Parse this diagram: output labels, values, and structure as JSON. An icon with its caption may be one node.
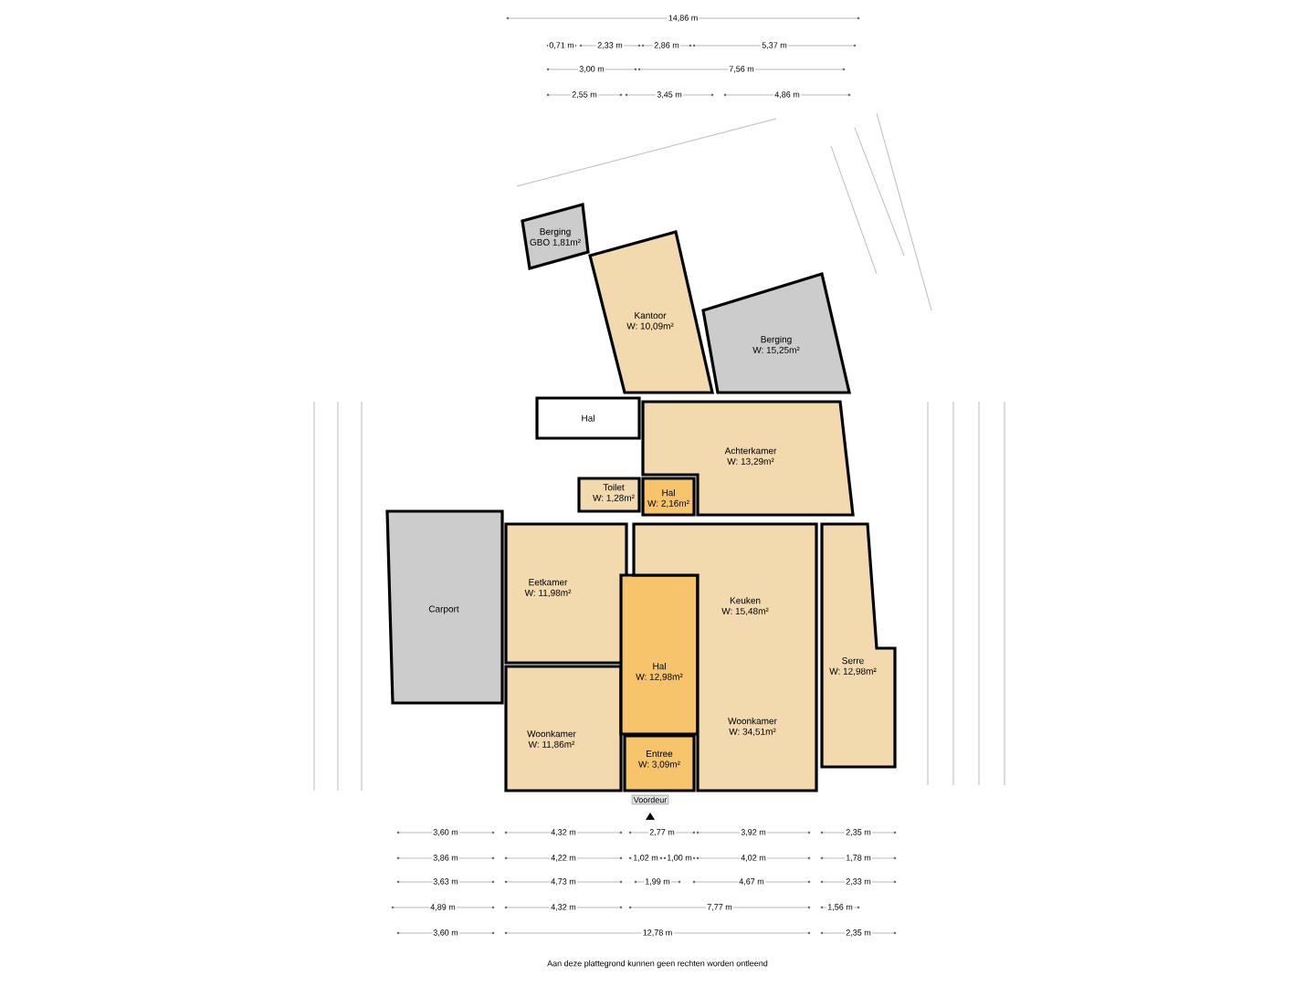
{
  "diagram": {
    "caption": "Aan deze plattegrond kunnen geen rechten worden ontleend",
    "nodes": [
      {
        "text": [
          "Berging",
          "GBO 1,81m²"
        ]
      },
      {
        "text": [
          "Kantoor",
          "W: 10,09m²"
        ]
      },
      {
        "text": [
          "Berging",
          "W: 15,25m²"
        ]
      },
      {
        "text": [
          "Hal"
        ]
      },
      {
        "text": [
          "Achterkamer",
          "W: 13,29m²"
        ]
      },
      {
        "text": [
          "Toilet",
          "W: 1,28m²"
        ]
      },
      {
        "text": [
          "Hal",
          "W: 2,16m²"
        ]
      },
      {
        "text": [
          "Eetkamer",
          "W: 11,98m²"
        ]
      },
      {
        "text": [
          "Woonkamer",
          "W: 11,86m²"
        ]
      },
      {
        "text": [
          "Hal",
          "W: 12,98m²"
        ]
      },
      {
        "text": [
          "Entree",
          "W: 3,09m²"
        ]
      },
      {
        "text": [
          "Keuken",
          "W: 15,48m²",
          "Woonkamer",
          "W: 34,51m²"
        ]
      },
      {
        "text": [
          "Serre",
          "W: 12,98m²"
        ]
      },
      {
        "text": [
          "Carport"
        ]
      }
    ],
    "labels": [
      "14,86 m",
      "0,71 m",
      "2,33 m",
      "2,86 m",
      "5,37 m",
      "3,00 m",
      "7,56 m",
      "2,55 m",
      "3,45 m",
      "4,86 m",
      "Voordeur",
      "3,60 m",
      "4,32 m",
      "2,77 m",
      "3,92 m",
      "2,35 m",
      "3,86 m",
      "4,22 m",
      "1,02 m",
      "1,00 m",
      "4,02 m",
      "1,78 m",
      "3,63 m",
      "4,73 m",
      "1,99 m",
      "4,67 m",
      "2,33 m",
      "4,89 m",
      "4,32 m",
      "7,77 m",
      "1,56 m",
      "3,60 m",
      "12,78 m",
      "2,35 m"
    ]
  }
}
